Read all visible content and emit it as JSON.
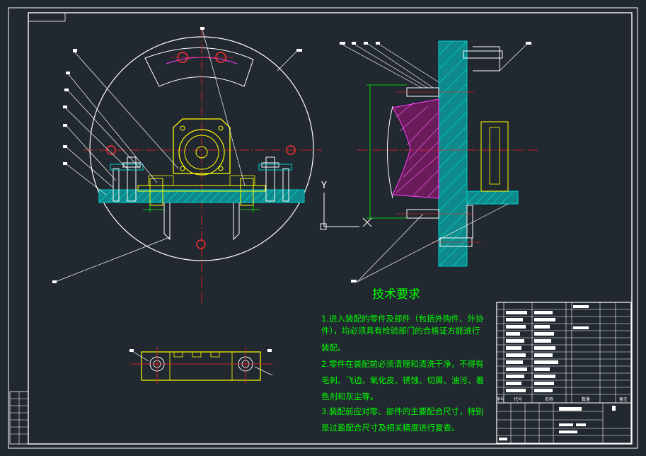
{
  "drawing": {
    "background": "#212830",
    "colors": {
      "frame": "#ffffff",
      "outline": "#ffffff",
      "centerline": "#ff2020",
      "hatch": "#00c8c8",
      "part_yellow": "#ffff00",
      "part_green": "#00ff00",
      "part_magenta": "#ff40ff",
      "dimension": "#00ff00",
      "text_green": "#00ff00"
    }
  },
  "axis_labels": {
    "y": "Y",
    "x": "X"
  },
  "tech_requirements": {
    "title": "技术要求",
    "lines": [
      "1.进入装配的零件及部件（包括外购件、外协",
      "件），均必须具有检验部门的合格证方能进行",
      "装配。",
      "2.零件在装配前必须清理和清洗干净，不得有",
      "毛刺、飞边、氧化皮、锈蚀、切屑、油污、着",
      "色剂和灰尘等。",
      "3.装配前应对零、部件的主要配合尺寸，特别",
      "是过盈配合尺寸及相关精度进行复查。"
    ]
  },
  "title_block": {
    "header_cells": [
      "序号",
      "代号",
      "名称",
      "数量",
      "备注"
    ]
  }
}
